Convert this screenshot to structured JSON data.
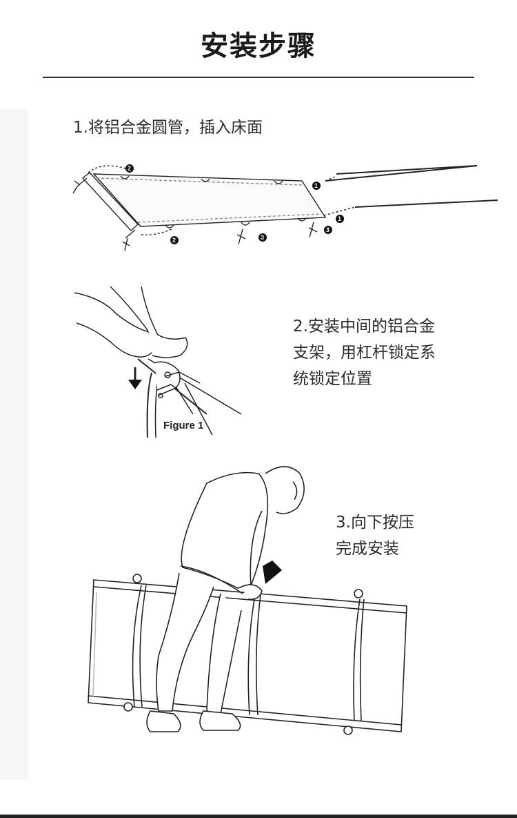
{
  "title": "安装步骤",
  "steps": [
    {
      "lines": [
        "1.将铝合金圆管，插入床面"
      ]
    },
    {
      "lines": [
        "2.安装中间的铝合金",
        "支架，用杠杆锁定系",
        "统锁定位置"
      ]
    },
    {
      "lines": [
        "3.向下按压",
        "完成安装"
      ]
    }
  ],
  "figure_label": "Figure 1",
  "markers": {
    "one": "1",
    "two": "2",
    "three": "3"
  }
}
